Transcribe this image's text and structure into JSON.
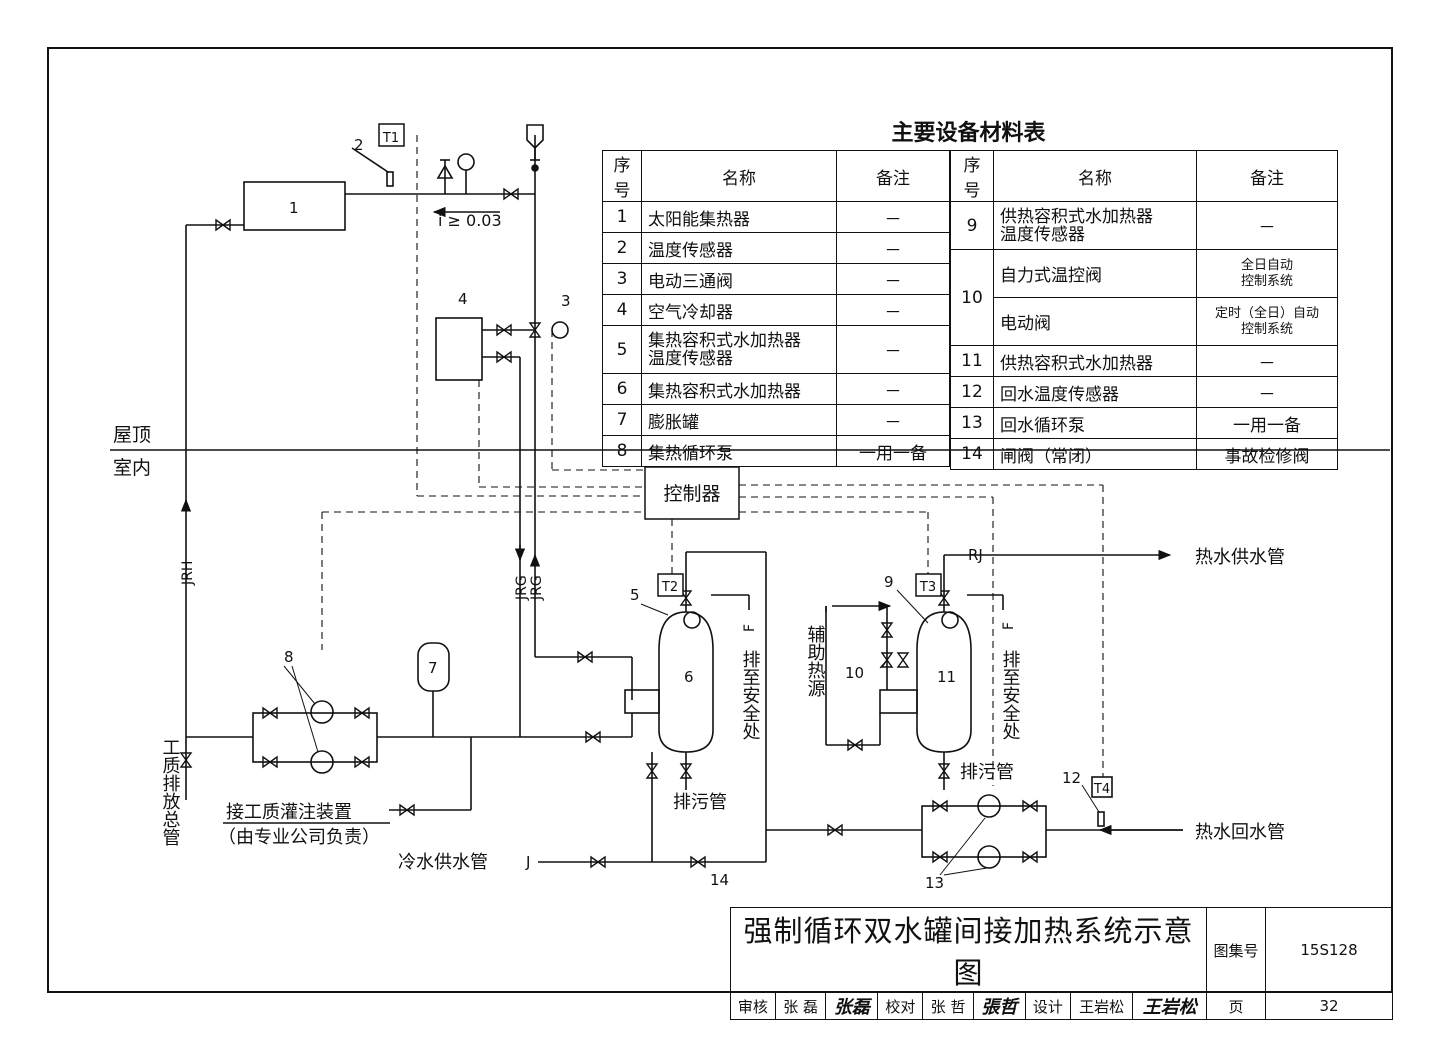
{
  "diagram": {
    "title": "强制循环双水罐间接加热系统示意图",
    "labels": {
      "roof": "屋顶",
      "indoor": "室内",
      "controller": "控制器",
      "slope": "i ≥ 0.03",
      "jrh": "JRH",
      "jrg1": "JRG",
      "jrg2": "JRG",
      "rj": "RJ",
      "j": "J",
      "f1": "F",
      "f2": "F",
      "t1": "T1",
      "t2": "T2",
      "t3": "T3",
      "t4": "T4",
      "hot_supply": "热水供水管",
      "hot_return": "热水回水管",
      "cold_supply": "冷水供水管",
      "drain_main": "工质排放总管",
      "fill_device_1": "接工质灌注装置",
      "fill_device_2": "（由专业公司负责）",
      "sewage_1": "排污管",
      "sewage_2": "排污管",
      "to_safe_1": "排至安全处",
      "to_safe_2": "排至安全处",
      "aux_heat": "辅助热源"
    },
    "numbers": [
      "1",
      "2",
      "3",
      "4",
      "5",
      "6",
      "7",
      "8",
      "9",
      "10",
      "11",
      "12",
      "13",
      "14"
    ]
  },
  "material_table": {
    "title": "主要设备材料表",
    "headers": [
      "序号",
      "名称",
      "备注",
      "序号",
      "名称",
      "备注"
    ],
    "left_rows": [
      {
        "no": "1",
        "name": "太阳能集热器",
        "note": "－"
      },
      {
        "no": "2",
        "name": "温度传感器",
        "note": "－"
      },
      {
        "no": "3",
        "name": "电动三通阀",
        "note": "－"
      },
      {
        "no": "4",
        "name": "空气冷却器",
        "note": "－"
      },
      {
        "no": "5",
        "name_1": "集热容积式水加热器",
        "name_2": "温度传感器",
        "note": "－"
      },
      {
        "no": "6",
        "name": "集热容积式水加热器",
        "note": "－"
      },
      {
        "no": "7",
        "name": "膨胀罐",
        "note": "－"
      },
      {
        "no": "8",
        "name": "集热循环泵",
        "note": "一用一备"
      }
    ],
    "right_rows": [
      {
        "no": "9",
        "name_1": "供热容积式水加热器",
        "name_2": "温度传感器",
        "note": "－"
      },
      {
        "no": "10",
        "name": "自力式温控阀",
        "note_1": "全日自动",
        "note_2": "控制系统"
      },
      {
        "name": "电动阀",
        "note_1": "定时（全日）自动",
        "note_2": "控制系统"
      },
      {
        "no": "11",
        "name": "供热容积式水加热器",
        "note": "－"
      },
      {
        "no": "12",
        "name": "回水温度传感器",
        "note": "－"
      },
      {
        "no": "13",
        "name": "回水循环泵",
        "note": "一用一备"
      },
      {
        "no": "14",
        "name": "闸阀（常闭）",
        "note": "事故检修阀"
      }
    ]
  },
  "title_block": {
    "atlas_label": "图集号",
    "atlas_no": "15S128",
    "review_label": "审核",
    "reviewer": "张 磊",
    "reviewer_sig": "张磊",
    "check_label": "校对",
    "checker": "张 哲",
    "checker_sig": "張哲",
    "design_label": "设计",
    "designer": "王岩松",
    "designer_sig": "王岩松",
    "page_label": "页",
    "page_no": "32"
  }
}
